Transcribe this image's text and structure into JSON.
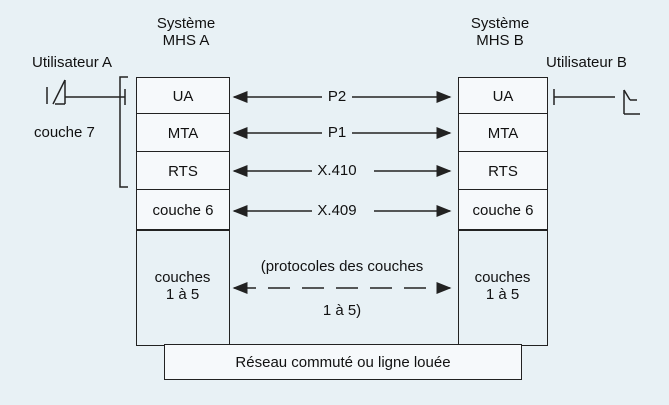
{
  "left_system": {
    "title_line1": "Système",
    "title_line2": "MHS A",
    "layers": [
      "UA",
      "MTA",
      "RTS",
      "couche 6"
    ],
    "bottom_line1": "couches",
    "bottom_line2": "1 à 5"
  },
  "right_system": {
    "title_line1": "Système",
    "title_line2": "MHS B",
    "layers": [
      "UA",
      "MTA",
      "RTS",
      "couche 6"
    ],
    "bottom_line1": "couches",
    "bottom_line2": "1 à 5"
  },
  "users": {
    "left": "Utilisateur A",
    "right": "Utilisateur B"
  },
  "layer7_label": "couche 7",
  "protocols": [
    "P2",
    "P1",
    "X.410",
    "X.409"
  ],
  "lower_protocols_line1": "(protocoles des couches",
  "lower_protocols_line2": "1 à 5)",
  "network_label": "Réseau commuté ou ligne louée",
  "colors": {
    "background": "#e8f1f5",
    "box_fill": "#f6f9fb",
    "stroke": "#222222"
  }
}
